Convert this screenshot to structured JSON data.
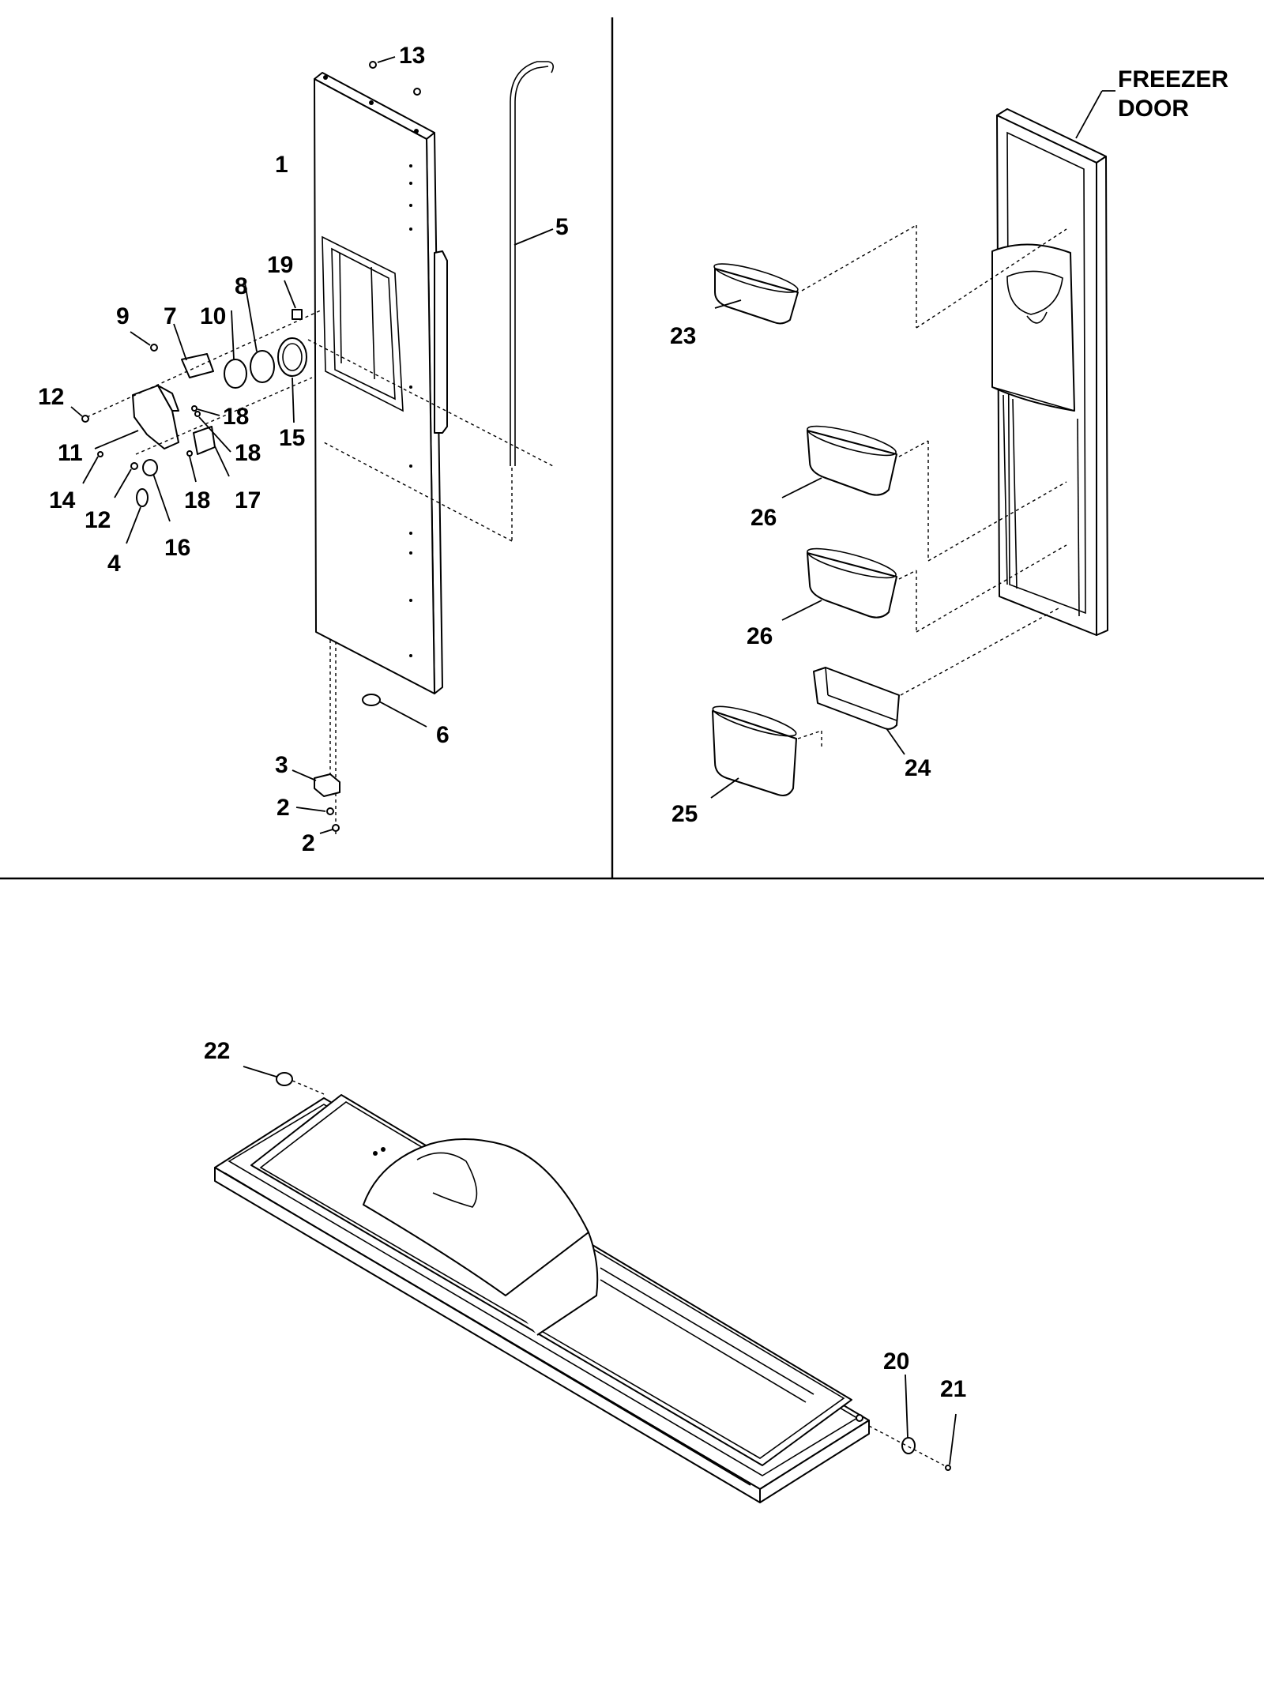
{
  "callouts": {
    "c1": "1",
    "c2a": "2",
    "c2b": "2",
    "c3": "3",
    "c4": "4",
    "c5": "5",
    "c6": "6",
    "c7": "7",
    "c8": "8",
    "c9": "9",
    "c10": "10",
    "c11": "11",
    "c12a": "12",
    "c12b": "12",
    "c13": "13",
    "c14": "14",
    "c15": "15",
    "c16": "16",
    "c17": "17",
    "c18a": "18",
    "c18b": "18",
    "c18c": "18",
    "c19": "19",
    "c20": "20",
    "c21": "21",
    "c22": "22",
    "c23": "23",
    "c24": "24",
    "c25": "25",
    "c26a": "26",
    "c26b": "26"
  },
  "freezer_label": {
    "line1": "FREEZER",
    "line2": "DOOR"
  }
}
